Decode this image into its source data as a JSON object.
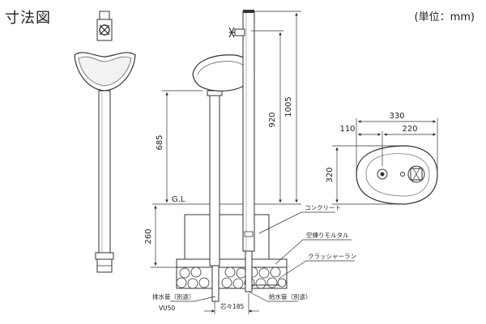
{
  "header": {
    "title": "寸法図",
    "unit": "(単位：mm)"
  },
  "dimensions": {
    "height_total": "1005",
    "height_faucet": "920",
    "height_basin": "685",
    "depth_below_gl": "260",
    "plan_width": "330",
    "plan_left": "110",
    "plan_right": "220",
    "plan_depth": "320",
    "pipe_spacing": "芯々185",
    "gl_label": "G.L"
  },
  "callouts": {
    "concrete": "コンクリート",
    "mortar": "空練りモルタル",
    "crusher": "クラッシャーラン",
    "drain_pipe": "排水管（別途）",
    "drain_spec": "VU50",
    "supply_pipe": "給水管（別途）"
  }
}
